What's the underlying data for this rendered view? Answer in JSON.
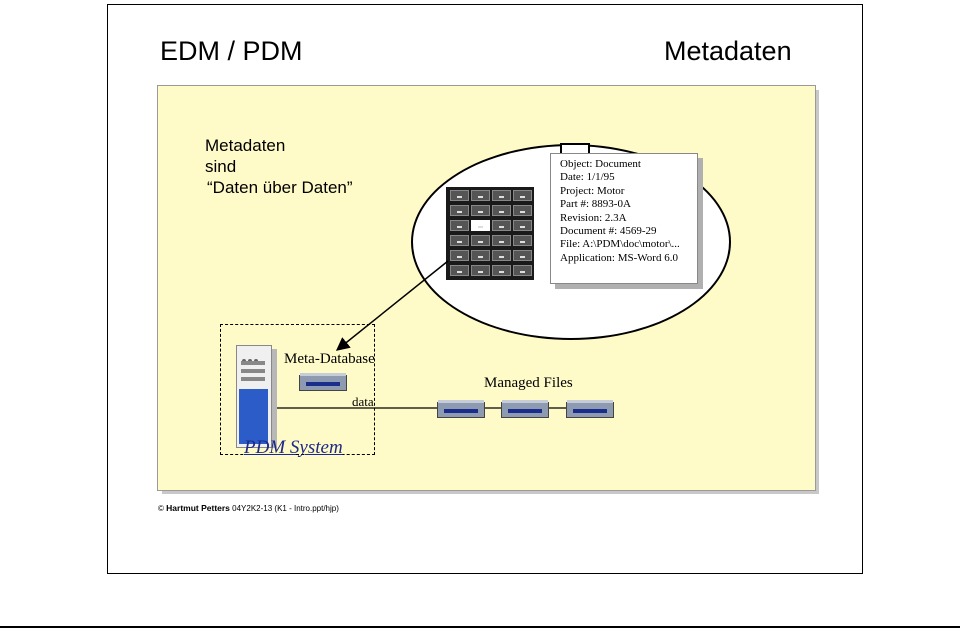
{
  "header": {
    "title_left": "EDM / PDM",
    "title_right": "Metadaten"
  },
  "intro": {
    "line1": "Metadaten",
    "line2": "sind",
    "line3": "Daten über Daten"
  },
  "card": {
    "lines": [
      "Object: Document",
      "Date: 1/1/95",
      "Project: Motor",
      "Part #: 8893-0A",
      "Revision: 2.3A",
      "Document #: 4569-29",
      "File: A:\\PDM\\doc\\motor\\...",
      "Application: MS-Word 6.0"
    ]
  },
  "system": {
    "meta_database": "Meta-Database",
    "data_label": "data",
    "managed_files": "Managed Files",
    "pdm_system": "PDM System"
  },
  "footer": {
    "author": "Hartmut Petters",
    "ref": "04Y2K2-13 (K1 - Intro.ppt/hjp)",
    "symbol": "©"
  },
  "colors": {
    "panel": "#fffbc8",
    "pdm_text": "#1d2a8a",
    "server_blue": "#2c5cc8"
  },
  "icons": [
    "filing-cabinet-icon",
    "server-tower-icon",
    "disk-drive-icon"
  ]
}
